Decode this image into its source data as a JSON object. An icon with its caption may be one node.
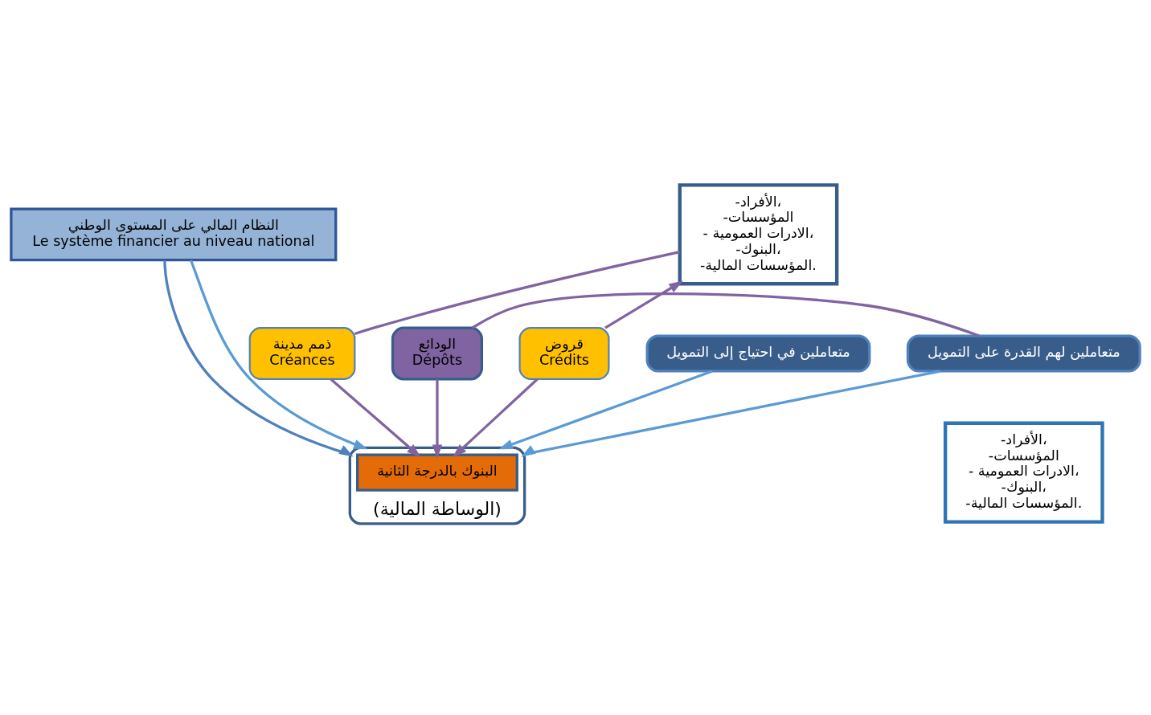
{
  "diagram": {
    "nodes": [
      {
        "text": [
          "النظام المالي على المستوى الوطني",
          "Le système financier au niveau national"
        ]
      },
      {
        "text": [
          "(الوساطة المالية)"
        ]
      },
      {
        "text": [
          "الودائع",
          "Dépôts"
        ]
      },
      {
        "text": [
          "ذمم مدينة",
          "Créances"
        ]
      },
      {
        "text": [
          "البنوك بالدرجة الثانية"
        ],
        "in": 1
      },
      {
        "text": [
          "قروض",
          "Crédits"
        ]
      },
      {
        "text": [
          "متعاملين لهم القدرة على التمويل"
        ]
      },
      {
        "text": [
          "-الأفراد،",
          "-المؤسسات",
          "- الادرات العمومية،",
          "-البنوك،",
          "-المؤسسات المالية."
        ]
      },
      {
        "text": [
          "-الأفراد،",
          "-المؤسسات",
          "- الادرات العمومية،",
          "-البنوك،",
          "-المؤسسات المالية."
        ]
      },
      {
        "text": [
          "متعاملين في احتياج إلى التمويل"
        ]
      }
    ],
    "edges": [
      {
        "from": 0,
        "to": 1,
        "arrow": "to",
        "color": "#4f81bd"
      },
      {
        "from": 0,
        "to": 1,
        "arrow": "to",
        "color": "#5b9bd5"
      },
      {
        "from": 6,
        "to": 1,
        "arrow": "to",
        "color": "#5b9bd5"
      },
      {
        "from": 9,
        "to": 1,
        "arrow": "to",
        "color": "#5b9bd5"
      },
      {
        "from": 6,
        "to": 2,
        "arrow": "none"
      },
      {
        "from": 2,
        "to": 4,
        "arrow": "to"
      },
      {
        "from": 8,
        "to": 3,
        "arrow": "none"
      },
      {
        "from": 3,
        "to": 4,
        "arrow": "to"
      },
      {
        "from": 5,
        "to": 4,
        "arrow": "to"
      },
      {
        "from": 5,
        "to": 8,
        "arrow": "to"
      }
    ]
  }
}
